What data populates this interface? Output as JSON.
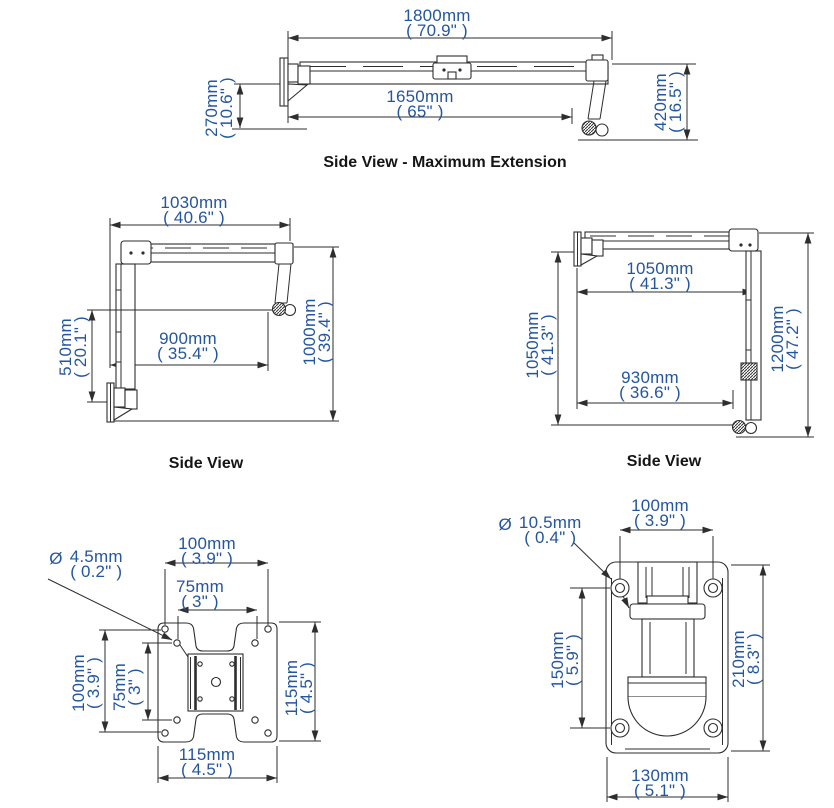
{
  "colors": {
    "dimension_text": "#24569e",
    "caption_text": "#151515",
    "line": "#2e2e2e"
  },
  "views": {
    "max_extension": {
      "caption": "Side View - Maximum Extension",
      "dims": {
        "total_width": {
          "mm": "1800mm",
          "inch": "( 70.9\" )"
        },
        "extension": {
          "mm": "1650mm",
          "inch": "( 65\" )"
        },
        "drop": {
          "mm": "270mm",
          "inch": "( 10.6\" )"
        },
        "end_height": {
          "mm": "420mm",
          "inch": "( 16.5\" )"
        }
      }
    },
    "side_left": {
      "caption": "Side View",
      "dims": {
        "width": {
          "mm": "1030mm",
          "inch": "( 40.6\" )"
        },
        "extension": {
          "mm": "900mm",
          "inch": "( 35.4\" )"
        },
        "lower_height": {
          "mm": "510mm",
          "inch": "( 20.1\" )"
        },
        "total_height": {
          "mm": "1000mm",
          "inch": "( 39.4\" )"
        }
      }
    },
    "side_right": {
      "caption": "Side View",
      "dims": {
        "width": {
          "mm": "1050mm",
          "inch": "( 41.3\" )"
        },
        "extension": {
          "mm": "930mm",
          "inch": "( 36.6\" )"
        },
        "left_height": {
          "mm": "1050mm",
          "inch": "( 41.3\" )"
        },
        "total_height": {
          "mm": "1200mm",
          "inch": "( 47.2\" )"
        }
      }
    },
    "vesa_plate": {
      "dims": {
        "hole_diameter": {
          "symbol": "Ø",
          "mm": "4.5mm",
          "inch": "( 0.2\" )"
        },
        "top_width_100": {
          "mm": "100mm",
          "inch": "( 3.9\" )"
        },
        "top_width_75": {
          "mm": "75mm",
          "inch": "( 3\" )"
        },
        "left_height_100": {
          "mm": "100mm",
          "inch": "( 3.9\" )"
        },
        "left_height_75": {
          "mm": "75mm",
          "inch": "( 3\" )"
        },
        "plate_height": {
          "mm": "115mm",
          "inch": "( 4.5\" )"
        },
        "plate_width": {
          "mm": "115mm",
          "inch": "( 4.5\" )"
        }
      }
    },
    "wall_bracket": {
      "dims": {
        "hole_diameter": {
          "symbol": "Ø",
          "mm": "10.5mm",
          "inch": "( 0.4\" )"
        },
        "hole_spacing_w": {
          "mm": "100mm",
          "inch": "( 3.9\" )"
        },
        "hole_spacing_h": {
          "mm": "150mm",
          "inch": "( 5.9\" )"
        },
        "plate_height": {
          "mm": "210mm",
          "inch": "( 8.3\" )"
        },
        "plate_width": {
          "mm": "130mm",
          "inch": "( 5.1\" )"
        }
      }
    }
  }
}
